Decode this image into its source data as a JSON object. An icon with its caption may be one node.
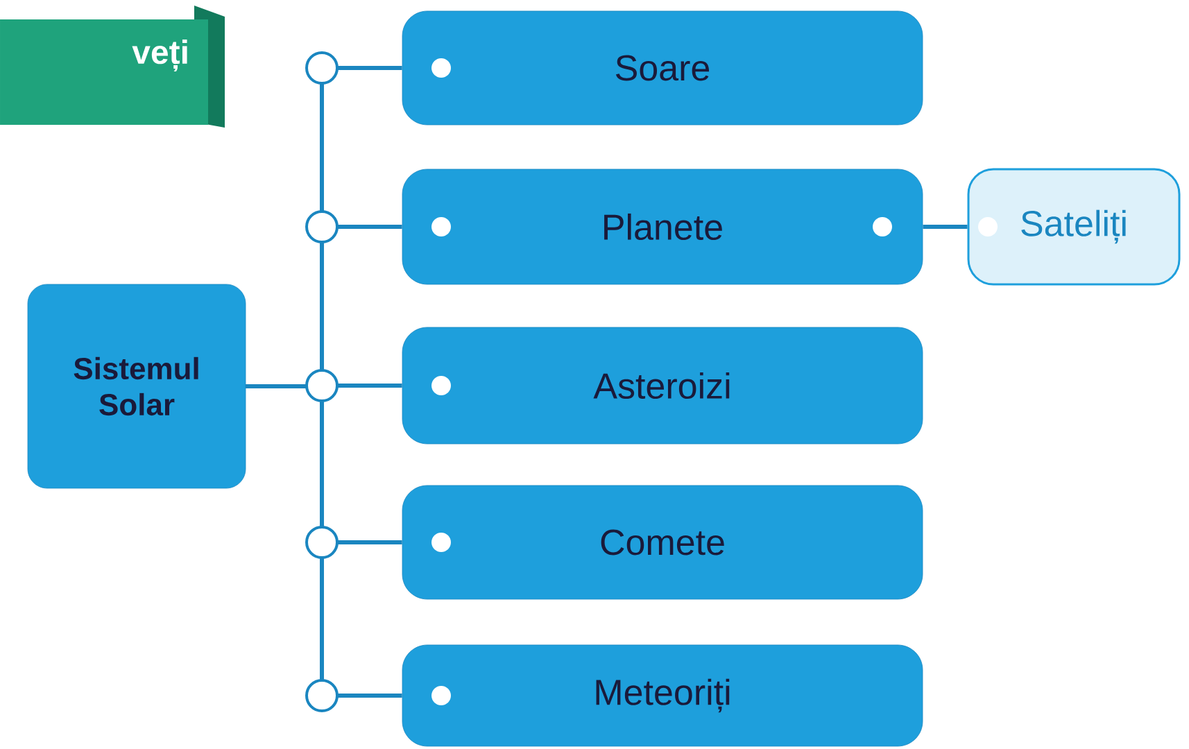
{
  "diagram": {
    "nodes": [
      {
        "text": [
          "Sistemul Solar"
        ]
      },
      {
        "text": [
          "Soare"
        ]
      },
      {
        "text": [
          "Planete"
        ]
      },
      {
        "text": [
          "Asteroizi"
        ]
      },
      {
        "text": [
          "Comete"
        ]
      },
      {
        "text": [
          "Meteoriți"
        ]
      },
      {
        "text": [
          "Sateliți"
        ]
      }
    ],
    "edges": [
      {
        "from": 0,
        "to": 1,
        "arrow": "none"
      },
      {
        "from": 0,
        "to": 2,
        "arrow": "none"
      },
      {
        "from": 0,
        "to": 3,
        "arrow": "none"
      },
      {
        "from": 0,
        "to": 4,
        "arrow": "none"
      },
      {
        "from": 0,
        "to": 5,
        "arrow": "none"
      },
      {
        "from": 2,
        "to": 6,
        "arrow": "none"
      }
    ],
    "labels": [
      "veți"
    ]
  }
}
